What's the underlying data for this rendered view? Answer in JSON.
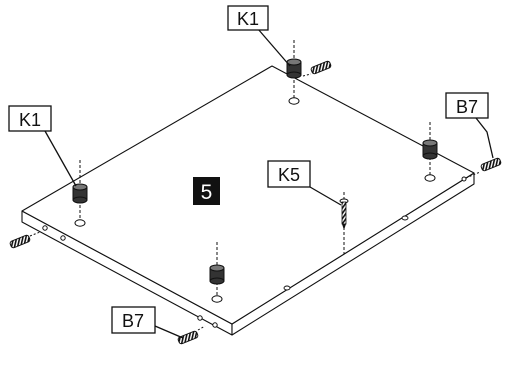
{
  "diagram": {
    "step_number": "5",
    "callouts": {
      "k1_top": "K1",
      "k1_left": "K1",
      "k5": "K5",
      "b7_right": "B7",
      "b7_bottom": "B7"
    }
  }
}
